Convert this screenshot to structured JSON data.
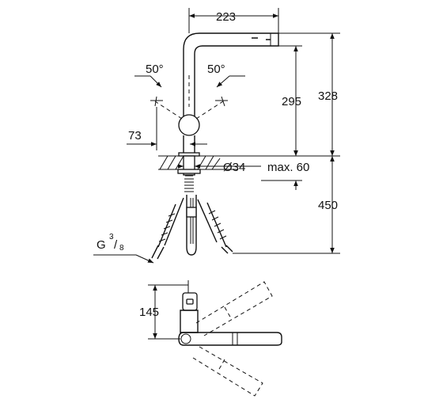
{
  "dimensions": {
    "spout_reach": "223",
    "angle_left": "50°",
    "angle_right": "50°",
    "spout_height": "295",
    "total_height": "328",
    "offset": "73",
    "hole_diameter": "Ø34",
    "max_thickness": "max. 60",
    "hose_length": "450",
    "thread_prefix": "G",
    "thread_numerator": "3",
    "thread_denominator": "8",
    "depth": "145"
  }
}
